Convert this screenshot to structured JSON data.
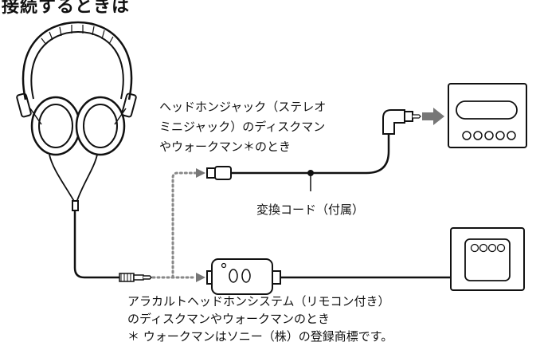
{
  "title": "接続するときは",
  "labels": {
    "headphone_jack_lines": [
      "ヘッドホンジャック（ステレオ",
      "ミニジャック）のディスクマン",
      "やウォークマン＊のとき"
    ],
    "adapter": "変換コード（付属）",
    "remote_lines": [
      "アラカルトヘッドホンシステム（リモコン付き）",
      "のディスクマンやウォークマンのとき"
    ],
    "footnote": "＊ ウォークマンはソニー（株）の登録商標です。"
  },
  "colors": {
    "line": "#111111",
    "dotted": "#888888",
    "arrow_fill": "#777777"
  }
}
